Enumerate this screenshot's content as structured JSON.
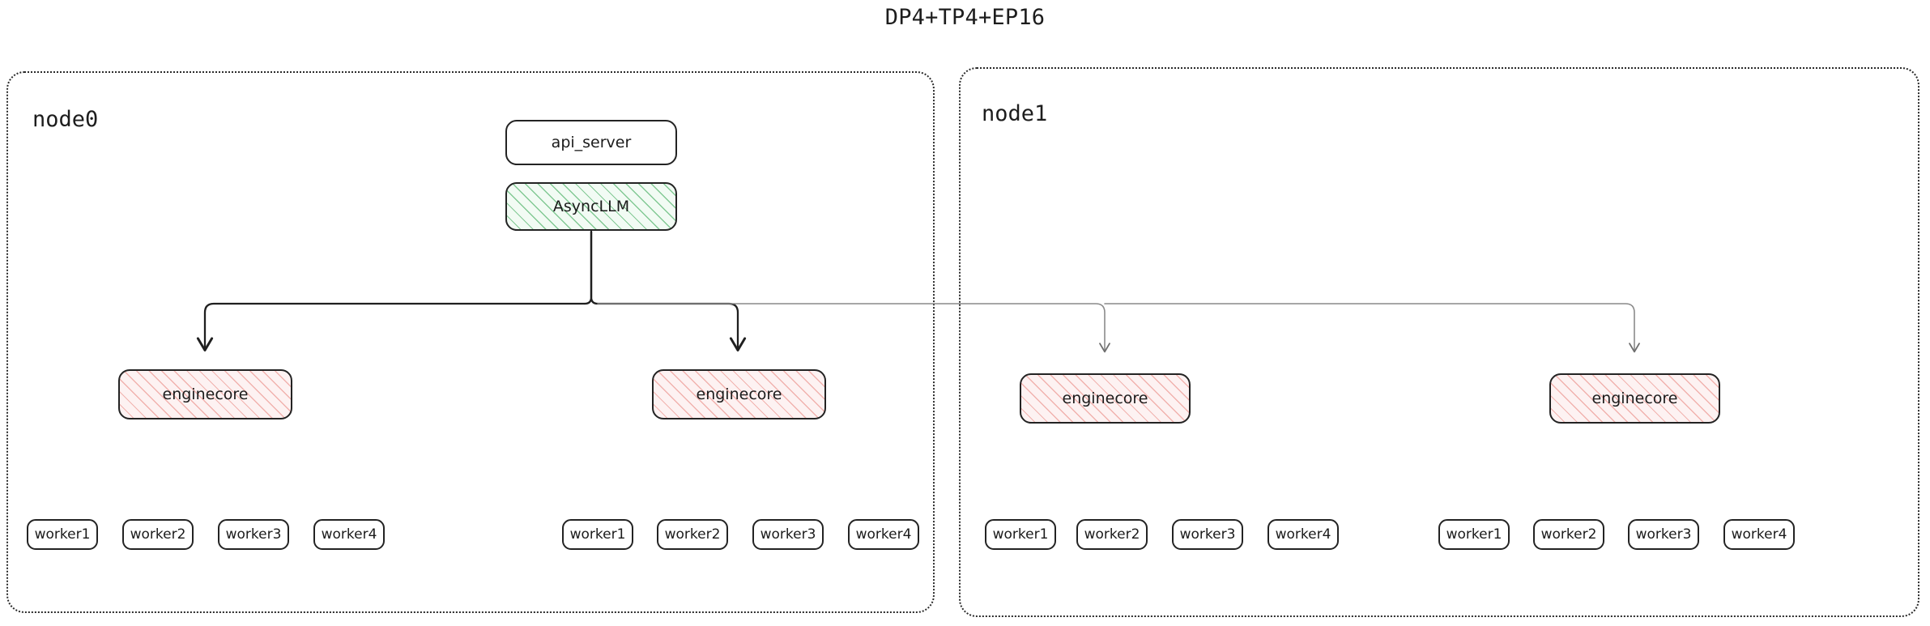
{
  "title": "DP4+TP4+EP16",
  "colors": {
    "background": "#ffffff",
    "text": "#1b1b1b",
    "node_border": "#2b2b2b",
    "box_border": "#232323",
    "async_hatch": "#26a046",
    "async_fill": "#f2fbf4",
    "engine_hatch": "#e05a50",
    "engine_fill": "#fdf2f2",
    "edge_primary": "#1f1f1f",
    "edge_secondary": "#7a7a7a"
  },
  "nodes": [
    {
      "id": "node0",
      "label": "node0",
      "engines": [
        {
          "label": "enginecore",
          "workers": [
            {
              "label": "worker1"
            },
            {
              "label": "worker2"
            },
            {
              "label": "worker3"
            },
            {
              "label": "worker4"
            }
          ]
        },
        {
          "label": "enginecore",
          "workers": [
            {
              "label": "worker1"
            },
            {
              "label": "worker2"
            },
            {
              "label": "worker3"
            },
            {
              "label": "worker4"
            }
          ]
        }
      ]
    },
    {
      "id": "node1",
      "label": "node1",
      "engines": [
        {
          "label": "enginecore",
          "workers": [
            {
              "label": "worker1"
            },
            {
              "label": "worker2"
            },
            {
              "label": "worker3"
            },
            {
              "label": "worker4"
            }
          ]
        },
        {
          "label": "enginecore",
          "workers": [
            {
              "label": "worker1"
            },
            {
              "label": "worker2"
            },
            {
              "label": "worker3"
            },
            {
              "label": "worker4"
            }
          ]
        }
      ]
    }
  ],
  "frontend": {
    "api_server": "api_server",
    "async_llm": "AsyncLLM"
  }
}
